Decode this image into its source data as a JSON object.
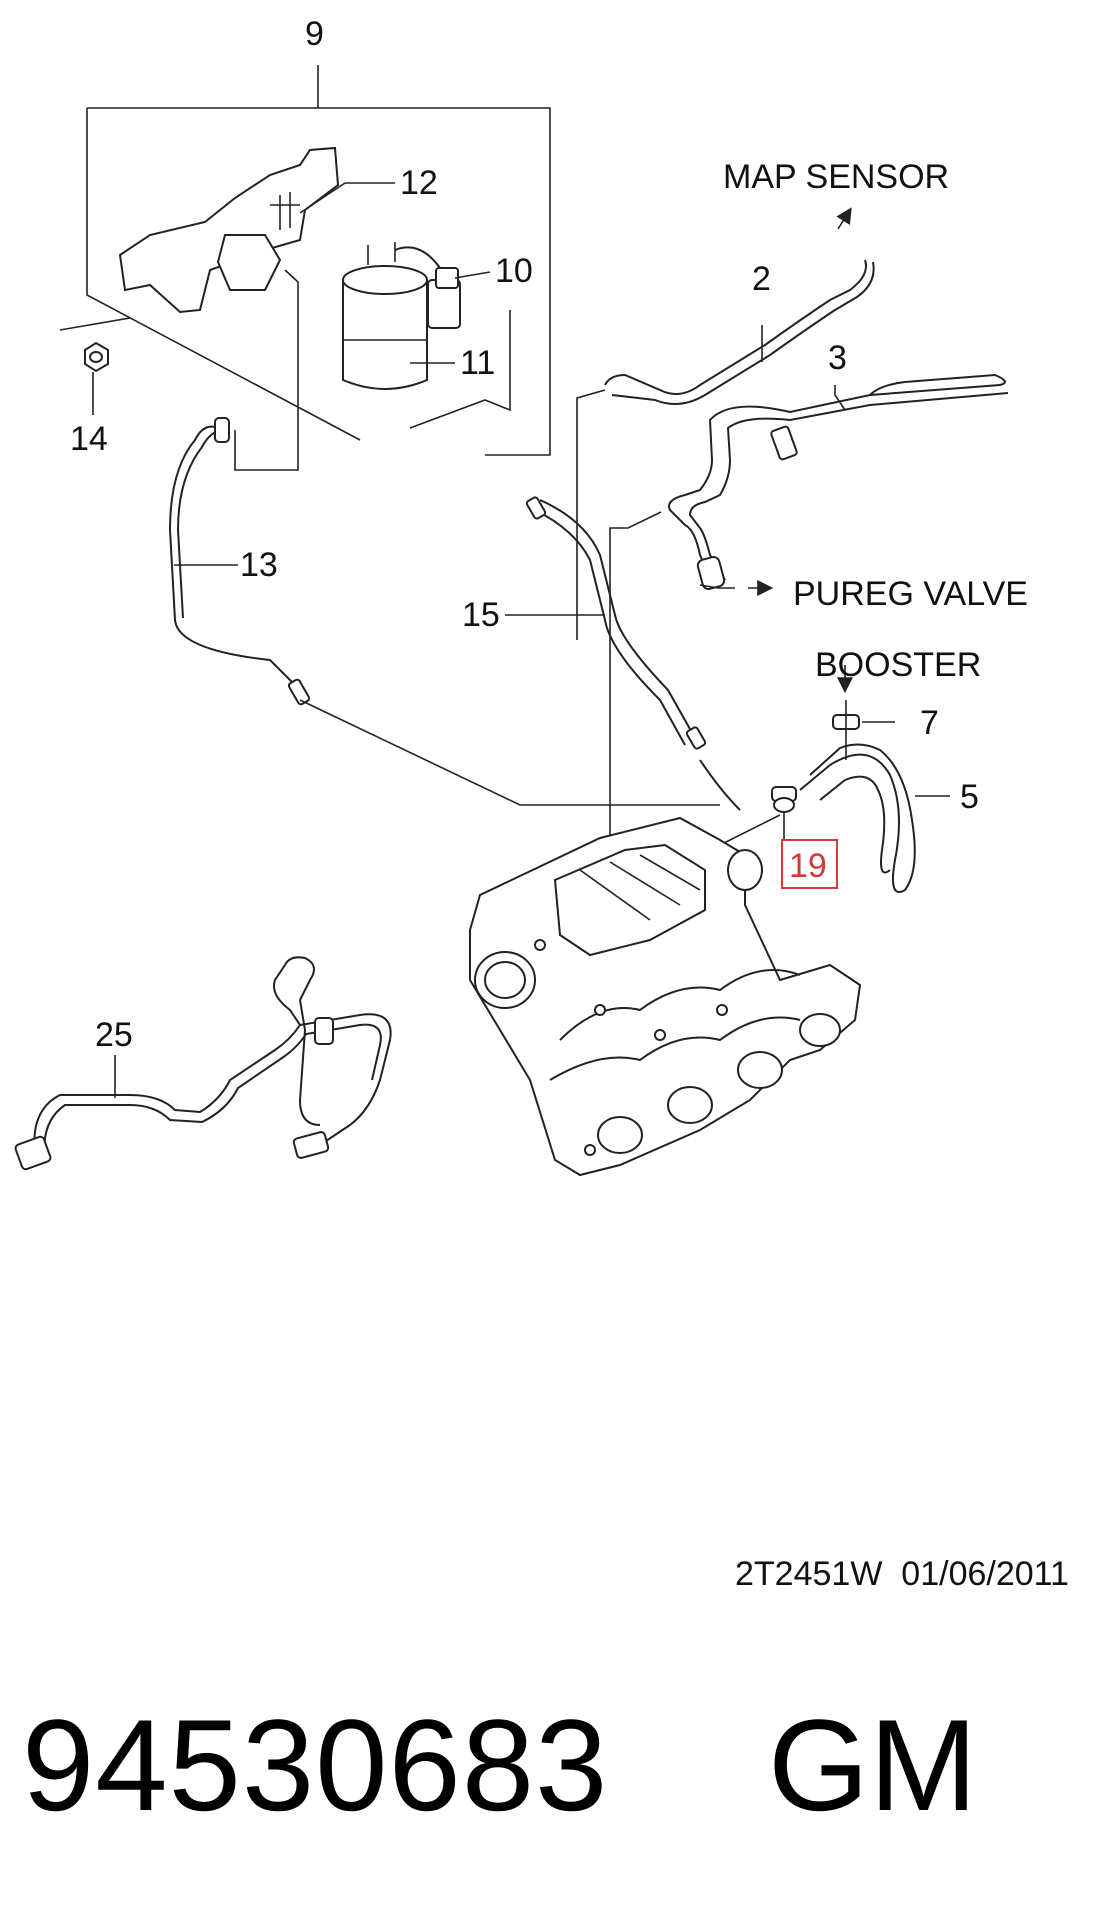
{
  "callouts": {
    "c9": "9",
    "c12": "12",
    "c10": "10",
    "c11": "11",
    "c14": "14",
    "c13": "13",
    "c2": "2",
    "c3": "3",
    "c15": "15",
    "c7": "7",
    "c5": "5",
    "c19": "19",
    "c25": "25"
  },
  "labels": {
    "map_sensor": "MAP SENSOR",
    "pureg_valve": "PUREG VALVE",
    "booster": "BOOSTER"
  },
  "highlight_color": "#d23a3a",
  "reference_code": "2T2451W  01/06/2011",
  "part_number": "94530683",
  "brand": "GM"
}
